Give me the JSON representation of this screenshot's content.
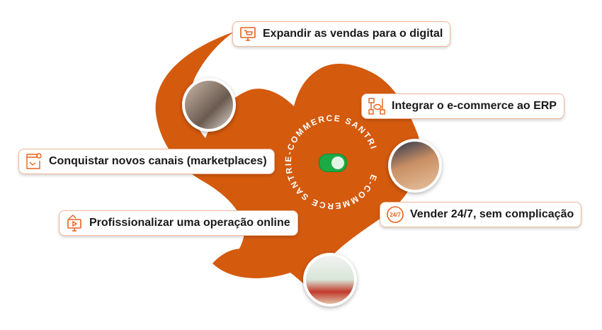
{
  "brand_color": "#D45A0E",
  "ring_text": "E-COMMERCE SANTRI",
  "toggle": {
    "state": "on",
    "color": "#1AAB45"
  },
  "cards": [
    {
      "label": "Expandir as vendas para o digital",
      "icon": "online-shop-monitor-icon"
    },
    {
      "label": "Integrar o e-commerce ao ERP",
      "icon": "erp-integration-icon"
    },
    {
      "label": "Conquistar novos canais (marketplaces)",
      "icon": "marketplace-icon"
    },
    {
      "label": "Vender 24/7, sem complicação",
      "icon": "24-7-icon"
    },
    {
      "label": "Profissionalizar uma operação online",
      "icon": "online-video-monitor-icon"
    }
  ]
}
